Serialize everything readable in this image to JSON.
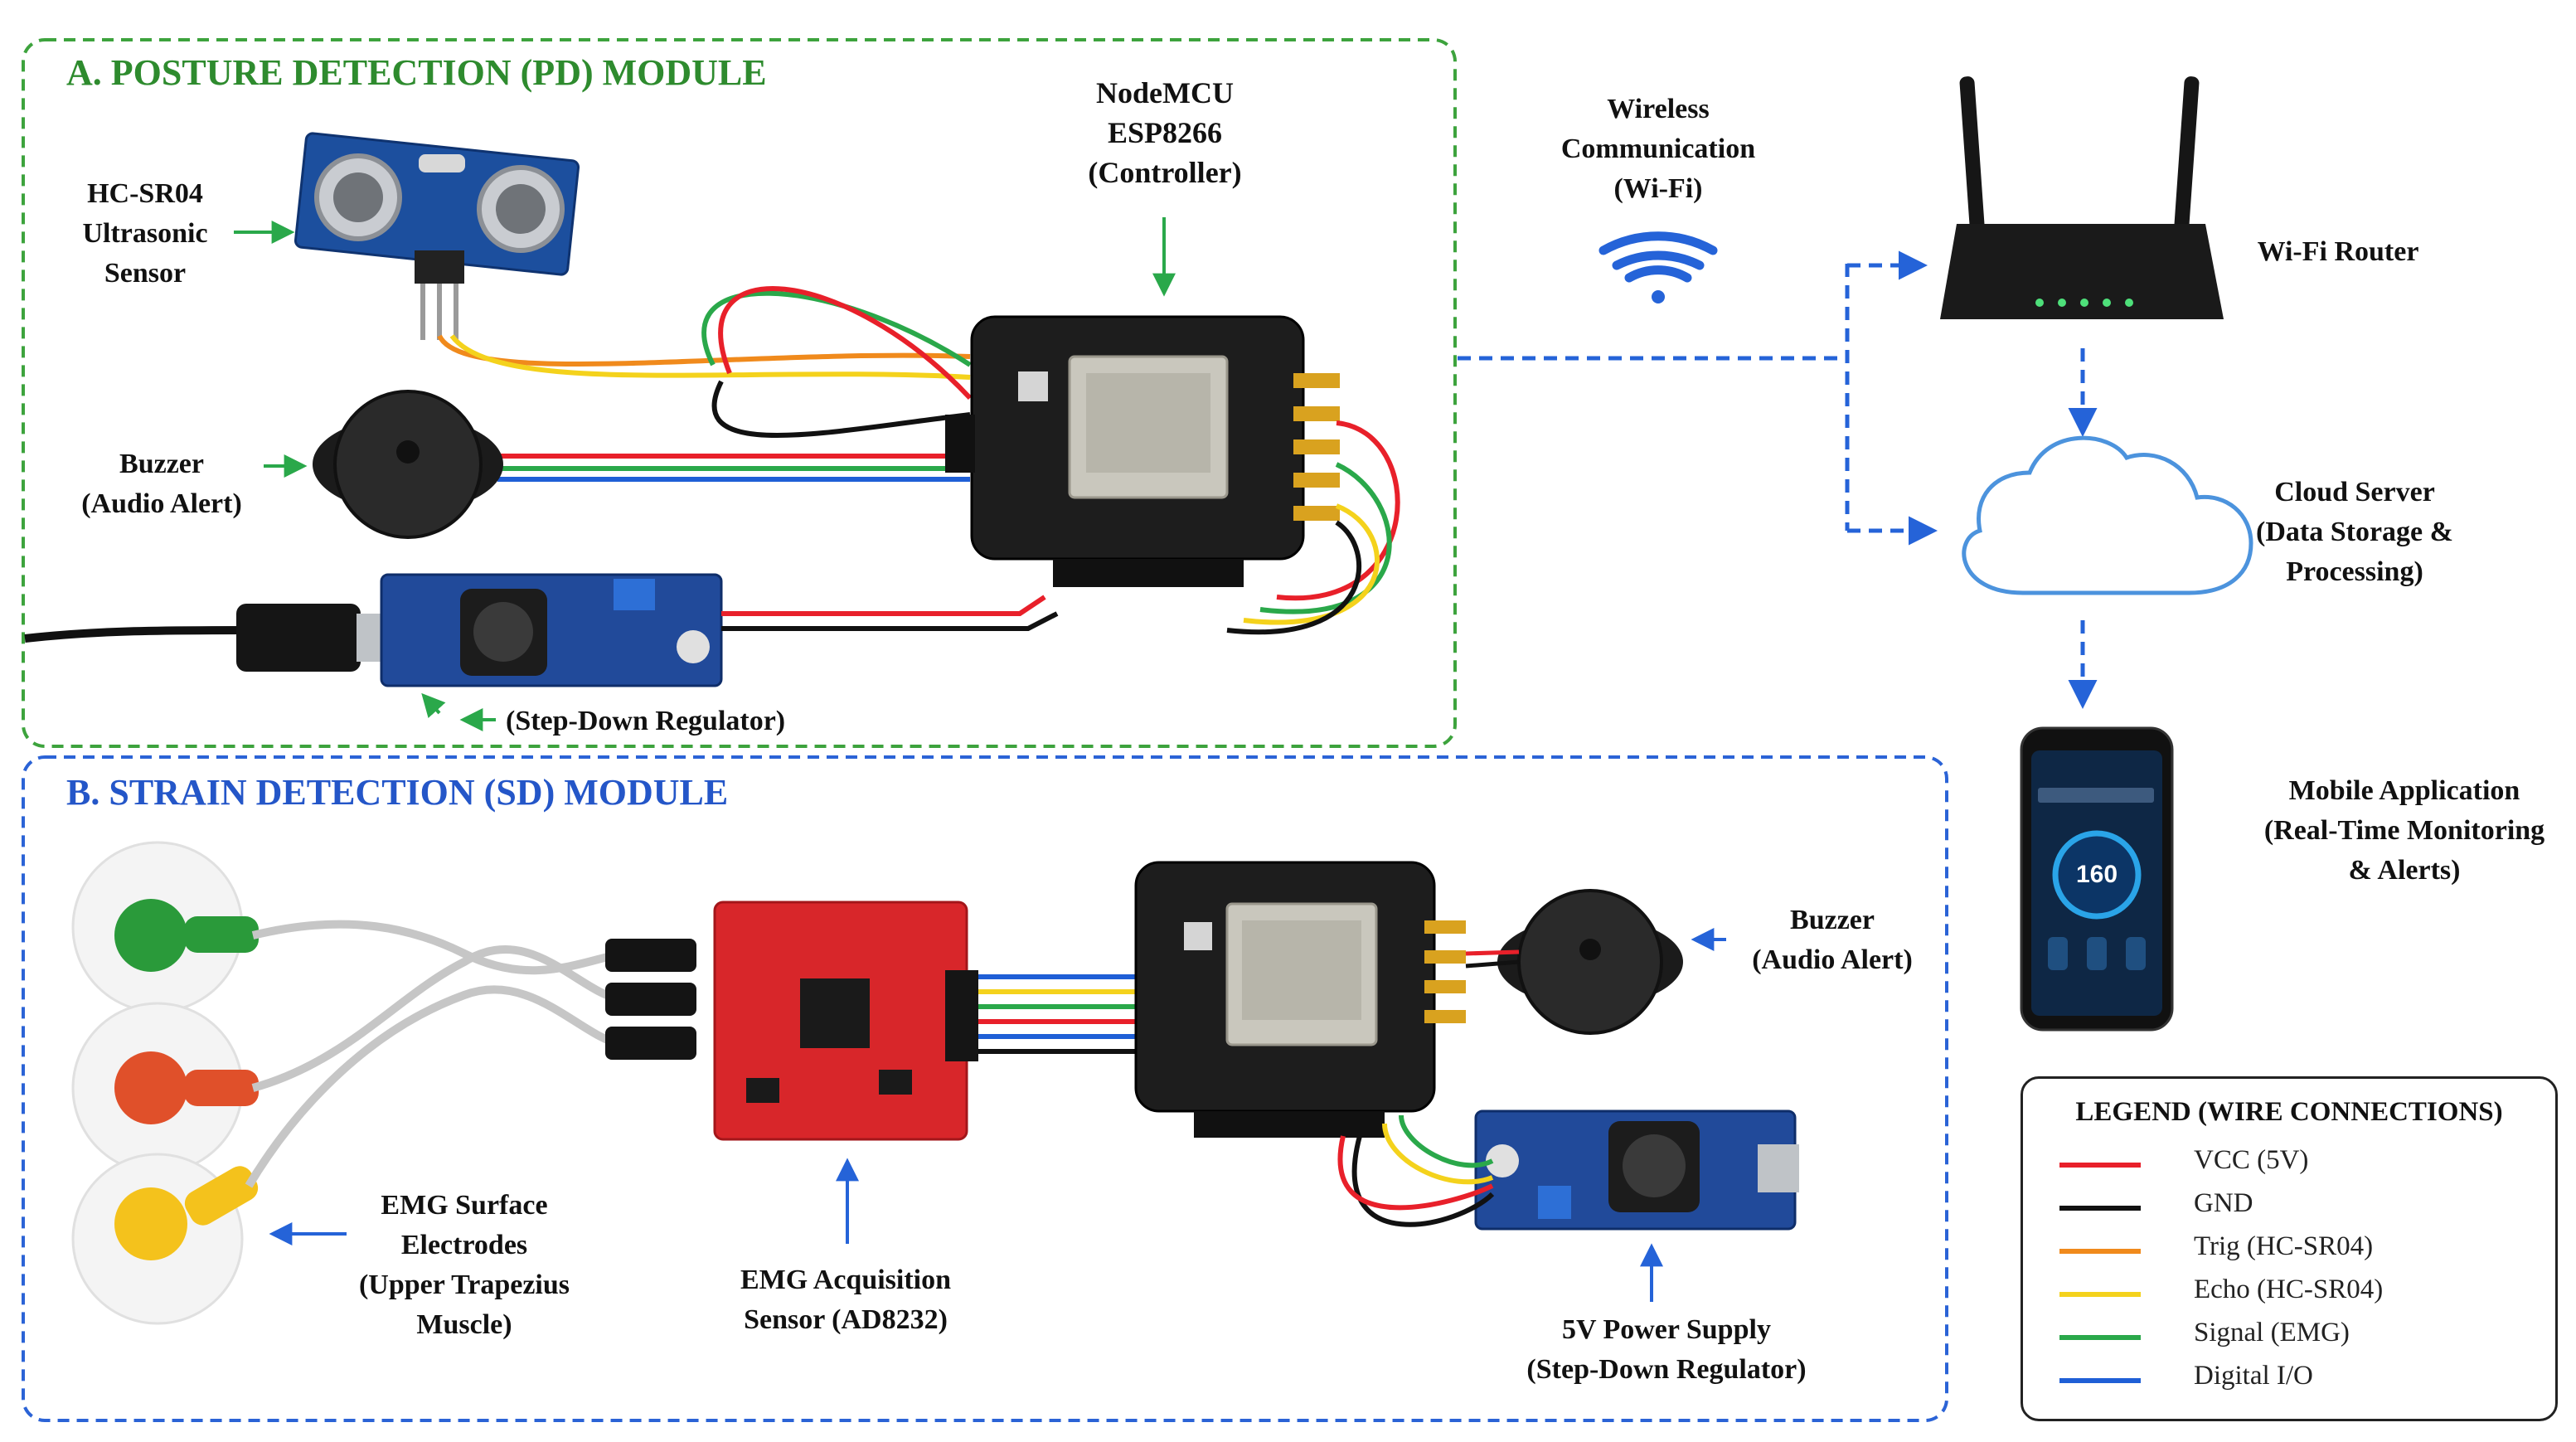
{
  "modules": {
    "pd_title": "A. POSTURE DETECTION (PD) MODULE",
    "sd_title": "B. STRAIN DETECTION (SD) MODULE"
  },
  "labels": {
    "nodemcu": [
      "NodeMCU",
      "ESP8266",
      "(Controller)"
    ],
    "ultrasonic": [
      "HC-SR04",
      "Ultrasonic",
      "Sensor"
    ],
    "buzzer_pd": [
      "Buzzer",
      "(Audio Alert)"
    ],
    "stepdown_pd": "(Step-Down Regulator)",
    "wireless": [
      "Wireless",
      "Communication",
      "(Wi-Fi)"
    ],
    "router": "Wi-Fi Router",
    "cloud": [
      "Cloud Server",
      "(Data Storage &",
      "Processing)"
    ],
    "mobile": [
      "Mobile Application",
      "(Real-Time Monitoring",
      "& Alerts)"
    ],
    "buzzer_sd": [
      "Buzzer",
      "(Audio Alert)"
    ],
    "electrodes": [
      "EMG Surface",
      "Electrodes",
      "(Upper Trapezius",
      "Muscle)"
    ],
    "emg_sensor": [
      "EMG Acquisition",
      "Sensor (AD8232)"
    ],
    "power_sd": [
      "5V Power Supply",
      "(Step-Down Regulator)"
    ]
  },
  "phone": {
    "reading": "160"
  },
  "legend": {
    "title": "LEGEND (WIRE CONNECTIONS)",
    "items": [
      {
        "label": "VCC (5V)",
        "color": "#e8202a"
      },
      {
        "label": "GND",
        "color": "#111111"
      },
      {
        "label": "Trig (HC-SR04)",
        "color": "#f08a1c"
      },
      {
        "label": "Echo (HC-SR04)",
        "color": "#f4d21c"
      },
      {
        "label": "Signal (EMG)",
        "color": "#2aa84a"
      },
      {
        "label": "Digital I/O",
        "color": "#1f5fd6"
      }
    ]
  },
  "colors": {
    "pd_border": "#3da33d",
    "pd_title": "#2e8b2e",
    "sd_border": "#2b63d6",
    "sd_title": "#2456c8",
    "wireless_link": "#2563d8"
  }
}
